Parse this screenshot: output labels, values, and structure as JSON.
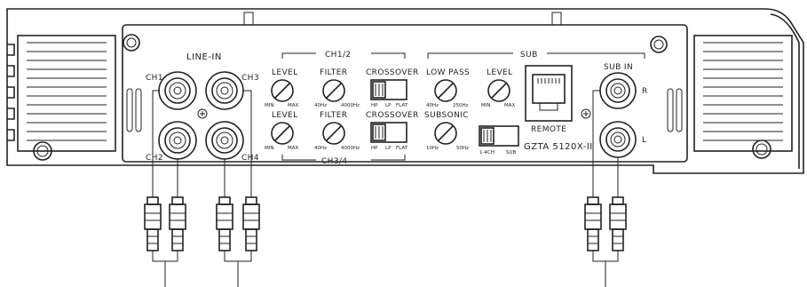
{
  "sections": {
    "line_in": "LINE-IN",
    "ch12": "CH1/2",
    "ch34": "CH3/4",
    "sub": "SUB",
    "sub_in": "SUB IN"
  },
  "channels": {
    "ch1": "CH1",
    "ch2": "CH2",
    "ch3": "CH3",
    "ch4": "CH4"
  },
  "controls": {
    "level": "LEVEL",
    "filter": "FILTER",
    "crossover": "CROSSOVER",
    "low_pass": "LOW PASS",
    "subsonic": "SUBSONIC",
    "remote": "REMOTE"
  },
  "ranges": {
    "min": "MIN",
    "max": "MAX",
    "f_lo": "40Hz",
    "f_hi": "4000Hz",
    "lp_lo": "40Hz",
    "lp_hi": "250Hz",
    "ss_lo": "10Hz",
    "ss_hi": "50Hz"
  },
  "switch_labels": {
    "hp": "HP",
    "lp": "LP",
    "flat": "FLAT",
    "ch14": "1-4CH",
    "sub": "SUB"
  },
  "sub_in_labels": {
    "r": "R",
    "l": "L"
  },
  "model": "GZTA 5120X-II"
}
